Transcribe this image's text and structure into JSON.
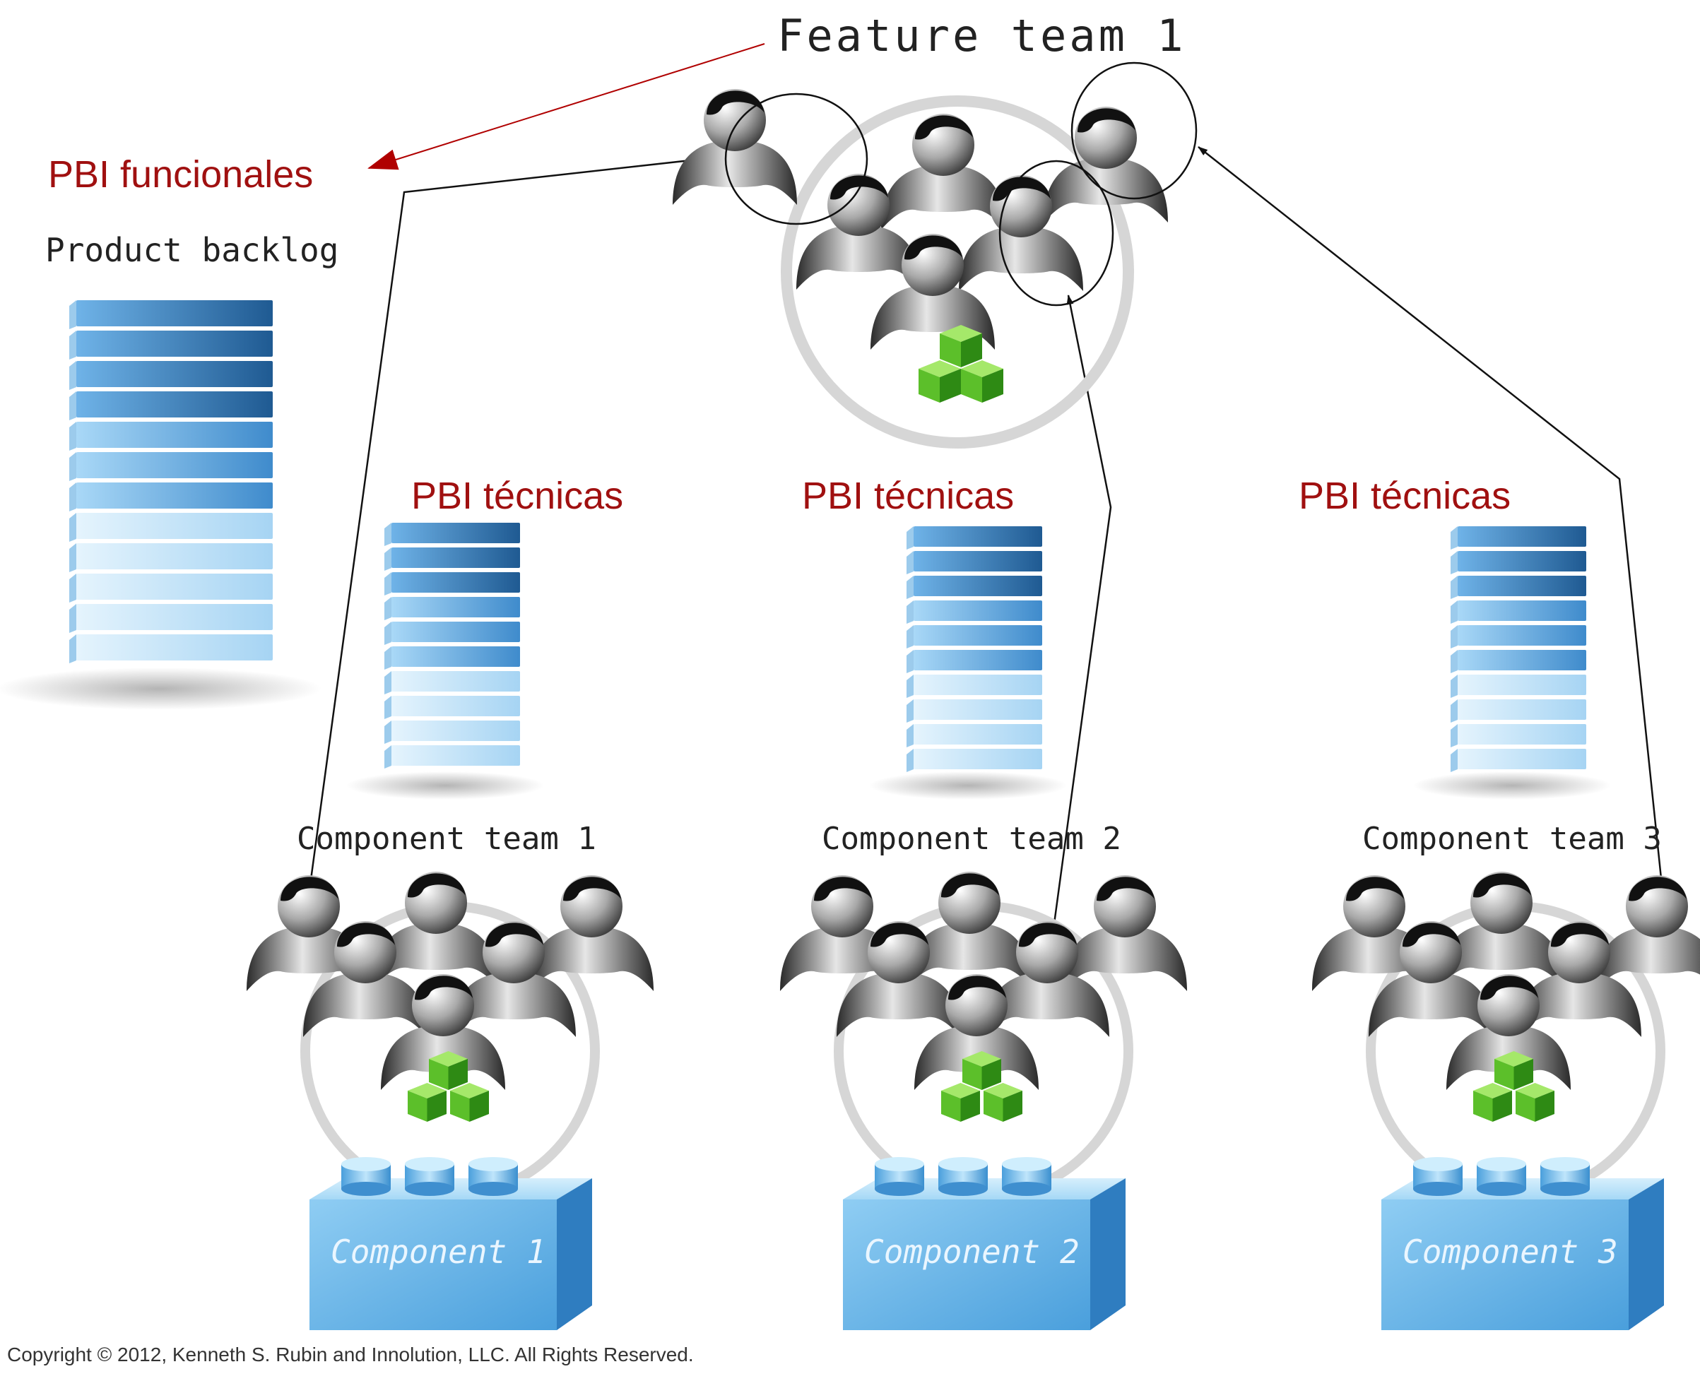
{
  "feature_team": {
    "title": "Feature team 1"
  },
  "labels": {
    "pbi_funcionales": "PBI funcionales",
    "product_backlog": "Product backlog",
    "pbi_tecnicas": [
      "PBI técnicas",
      "PBI técnicas",
      "PBI técnicas"
    ]
  },
  "component_teams": [
    {
      "title": "Component team 1",
      "component": "Component 1"
    },
    {
      "title": "Component team 2",
      "component": "Component 2"
    },
    {
      "title": "Component team 3",
      "component": "Component 3"
    }
  ],
  "copyright": "Copyright © 2012, Kenneth S. Rubin and Innolution, LLC. All Rights Reserved.",
  "colors": {
    "label_red": "#a01010",
    "backlog_dark": "#2f6fae",
    "backlog_light": "#cfe9fb",
    "cube_green": "#5cbf2a",
    "ring_gray": "#d6d6d6"
  }
}
